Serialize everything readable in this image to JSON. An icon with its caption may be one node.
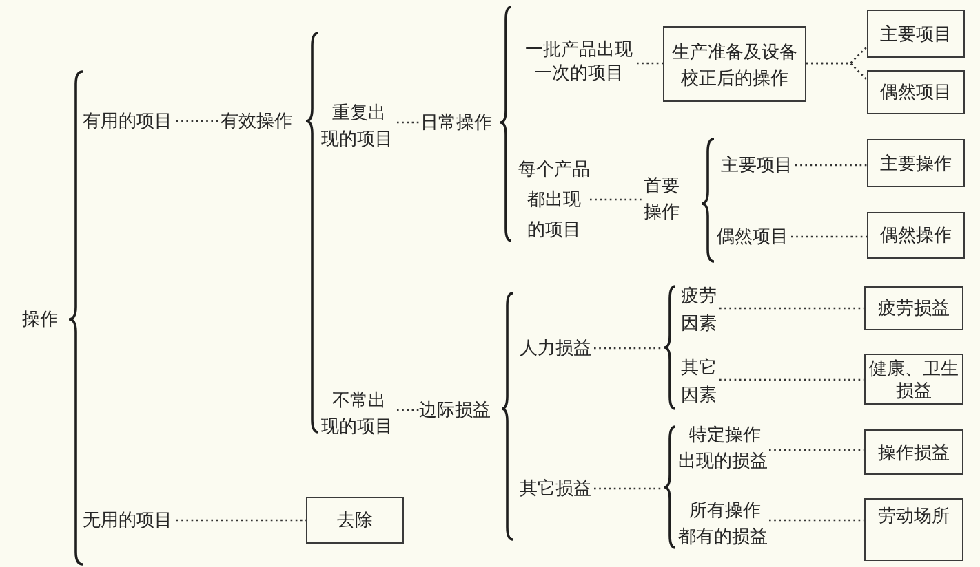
{
  "diagram": {
    "nodes": [
      {
        "text": [
          "操作"
        ]
      },
      {
        "text": [
          "有用的项目"
        ]
      },
      {
        "text": [
          "有效操作"
        ]
      },
      {
        "text": [
          "重复出现的项目"
        ]
      },
      {
        "text": [
          "日常操作"
        ]
      },
      {
        "text": [
          "一批产品出现一次的项目"
        ]
      },
      {
        "text": [
          "生产准备及设备校正后的操作"
        ]
      },
      {
        "text": [
          "主要项目"
        ]
      },
      {
        "text": [
          "偶然项目"
        ]
      },
      {
        "text": [
          "每个产品都出现的项目"
        ]
      },
      {
        "text": [
          "首要操作"
        ]
      },
      {
        "text": [
          "主要项目"
        ]
      },
      {
        "text": [
          "主要操作"
        ]
      },
      {
        "text": [
          "偶然项目"
        ]
      },
      {
        "text": [
          "偶然操作"
        ]
      },
      {
        "text": [
          "不常出现的项目"
        ]
      },
      {
        "text": [
          "边际损益"
        ]
      },
      {
        "text": [
          "人力损益"
        ]
      },
      {
        "text": [],
        "shape": "brace"
      },
      {
        "text": [
          "疲劳因素"
        ]
      },
      {
        "text": [
          "疲劳损益"
        ]
      },
      {
        "text": [
          "其它因素"
        ]
      },
      {
        "text": [
          "健康、卫生损益"
        ]
      },
      {
        "text": [
          "其它损益"
        ]
      },
      {
        "text": [],
        "shape": "brace"
      },
      {
        "text": [
          "特定操作出现的损益"
        ]
      },
      {
        "text": [
          "操作损益"
        ]
      },
      {
        "text": [
          "所有操作都有的损益"
        ]
      },
      {
        "text": [
          "劳动场所"
        ]
      },
      {
        "text": [
          "无用的项目"
        ]
      },
      {
        "text": [
          "去除"
        ]
      }
    ],
    "edges": [
      {
        "from": 1,
        "to": 2,
        "arrow": "none",
        "style": "dashed"
      },
      {
        "from": 3,
        "to": 4,
        "arrow": "none",
        "style": "dashed"
      },
      {
        "from": 5,
        "to": 6,
        "arrow": "none",
        "style": "dashed"
      },
      {
        "from": 6,
        "to": 7,
        "arrow": "none",
        "style": "dashed"
      },
      {
        "from": 6,
        "to": 8,
        "arrow": "none",
        "style": "dashed"
      },
      {
        "from": 9,
        "to": 10,
        "arrow": "none",
        "style": "dashed"
      },
      {
        "from": 11,
        "to": 12,
        "arrow": "none",
        "style": "dashed"
      },
      {
        "from": 13,
        "to": 14,
        "arrow": "none",
        "style": "dashed"
      },
      {
        "from": 15,
        "to": 16,
        "arrow": "none",
        "style": "dashed"
      },
      {
        "from": 17,
        "to": 18,
        "arrow": "none",
        "style": "dashed"
      },
      {
        "from": 19,
        "to": 20,
        "arrow": "none",
        "style": "dashed"
      },
      {
        "from": 21,
        "to": 22,
        "arrow": "none",
        "style": "dashed"
      },
      {
        "from": 23,
        "to": 24,
        "arrow": "none",
        "style": "dashed"
      },
      {
        "from": 25,
        "to": 26,
        "arrow": "none",
        "style": "dashed"
      },
      {
        "from": 27,
        "to": 28,
        "arrow": "none",
        "style": "dashed"
      },
      {
        "from": 29,
        "to": 30,
        "arrow": "none",
        "style": "dashed"
      }
    ]
  }
}
